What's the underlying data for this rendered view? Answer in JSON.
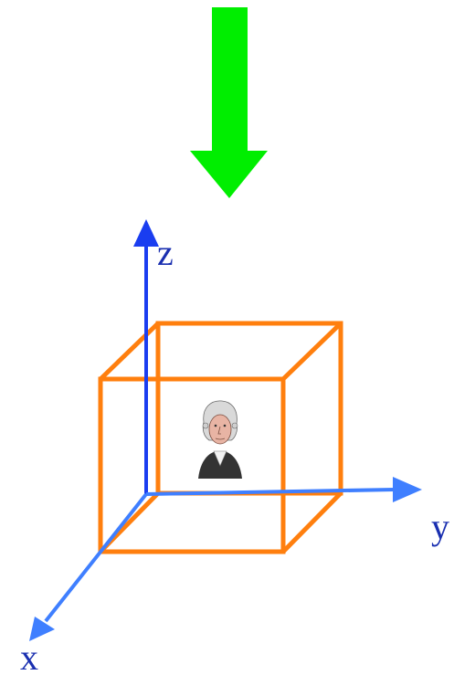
{
  "labels": {
    "z": "z",
    "y": "y",
    "x": "x"
  },
  "colors": {
    "arrow": "#00ee00",
    "cube": "#ff7f0e",
    "z_axis": "#1a3df0",
    "y_axis": "#3f7fff",
    "x_axis": "#3f7fff",
    "label_z": "#1a2fb0",
    "label_y": "#1a2fb0",
    "label_x": "#1a2fb0"
  },
  "icons": {
    "portrait": "washington-portrait-icon",
    "arrow": "down-arrow-icon"
  }
}
